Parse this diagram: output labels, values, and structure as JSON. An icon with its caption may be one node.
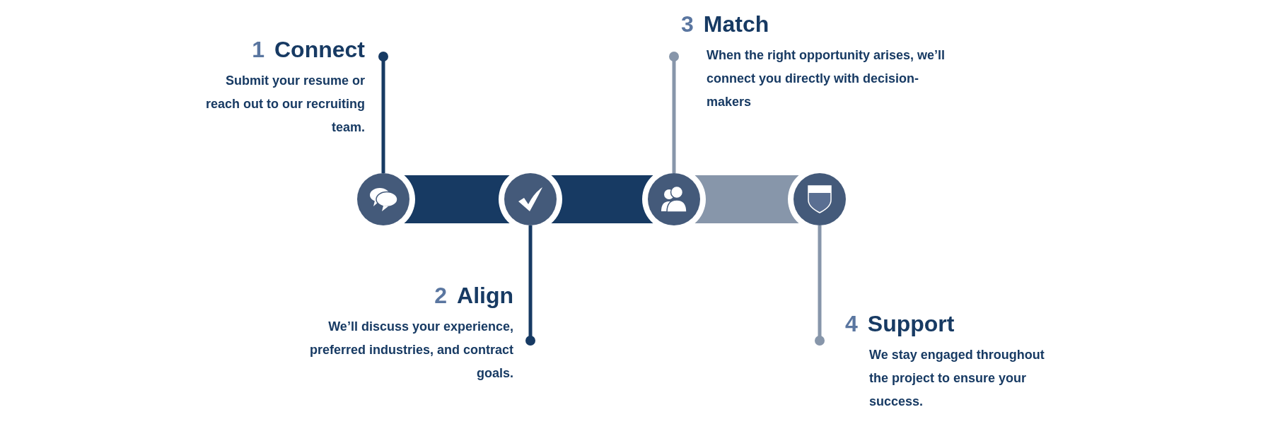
{
  "diagram": {
    "nodes": [
      {
        "text": [
          "1",
          "Connect",
          "Submit your resume or reach out to our recruiting team."
        ]
      },
      {
        "text": [
          "2",
          "Align",
          "We’ll discuss your experience, preferred industries, and contract goals."
        ]
      },
      {
        "text": [
          "3",
          "Match",
          "When the right opportunity arises, we’ll connect you directly with decision-makers"
        ]
      },
      {
        "text": [
          "4",
          "Support",
          "We stay engaged throughout the project to ensure your success."
        ]
      },
      {
        "text": [],
        "shape": "circle"
      },
      {
        "text": [],
        "shape": "circle"
      },
      {
        "text": [],
        "shape": "circle"
      },
      {
        "text": [],
        "shape": "circle"
      }
    ],
    "edges": [
      {
        "from": 4,
        "to": 5,
        "arrow": "none",
        "style": "thick"
      },
      {
        "from": 5,
        "to": 6,
        "arrow": "none",
        "style": "thick"
      },
      {
        "from": 6,
        "to": 7,
        "arrow": "none",
        "style": "thick",
        "color": "#8796aa"
      },
      {
        "from": 4,
        "to": 0,
        "arrow": "other"
      },
      {
        "from": 5,
        "to": 1,
        "arrow": "other"
      },
      {
        "from": 6,
        "to": 2,
        "arrow": "other",
        "color": "#8796aa"
      },
      {
        "from": 7,
        "to": 3,
        "arrow": "other",
        "color": "#8796aa"
      }
    ]
  }
}
